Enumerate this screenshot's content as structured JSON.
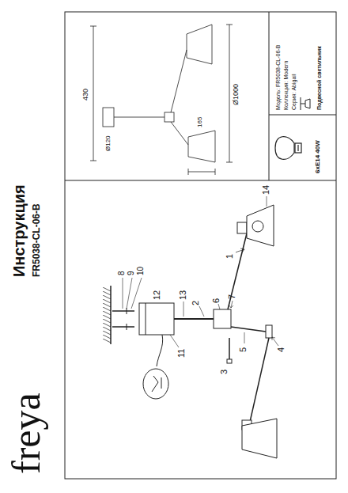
{
  "diagram": {
    "title": "Инструкция",
    "labels": [
      "freya",
      "FR5038-CL-06-B",
      "1",
      "2",
      "3",
      "4",
      "5",
      "6",
      "7",
      "8",
      "9",
      "10",
      "11",
      "12",
      "13",
      "14",
      "430",
      "Ø120",
      "Ø1000",
      "165",
      "Модель: FR5038-CL-06-B",
      "Коллекция: Modern",
      "Серия: Abigail",
      "Подвесной светильник",
      "6xE14 40W"
    ]
  }
}
